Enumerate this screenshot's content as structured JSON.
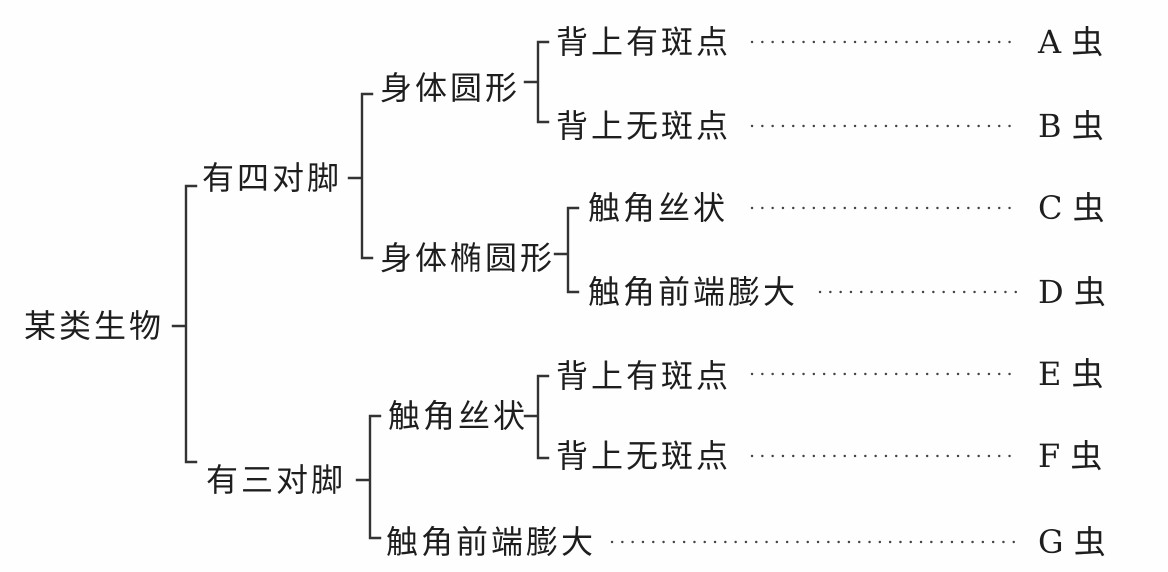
{
  "root": "某类生物",
  "branches": [
    {
      "label": "有四对脚",
      "children": [
        {
          "label": "身体圆形",
          "children": [
            {
              "label": "背上有斑点",
              "result": "A 虫"
            },
            {
              "label": "背上无斑点",
              "result": "B 虫"
            }
          ]
        },
        {
          "label": "身体椭圆形",
          "children": [
            {
              "label": "触角丝状",
              "result": "C 虫"
            },
            {
              "label": "触角前端膨大",
              "result": "D 虫"
            }
          ]
        }
      ]
    },
    {
      "label": "有三对脚",
      "children": [
        {
          "label": "触角丝状",
          "children": [
            {
              "label": "背上有斑点",
              "result": "E 虫"
            },
            {
              "label": "背上无斑点",
              "result": "F 虫"
            }
          ]
        },
        {
          "label": "触角前端膨大",
          "result": "G 虫"
        }
      ]
    }
  ]
}
